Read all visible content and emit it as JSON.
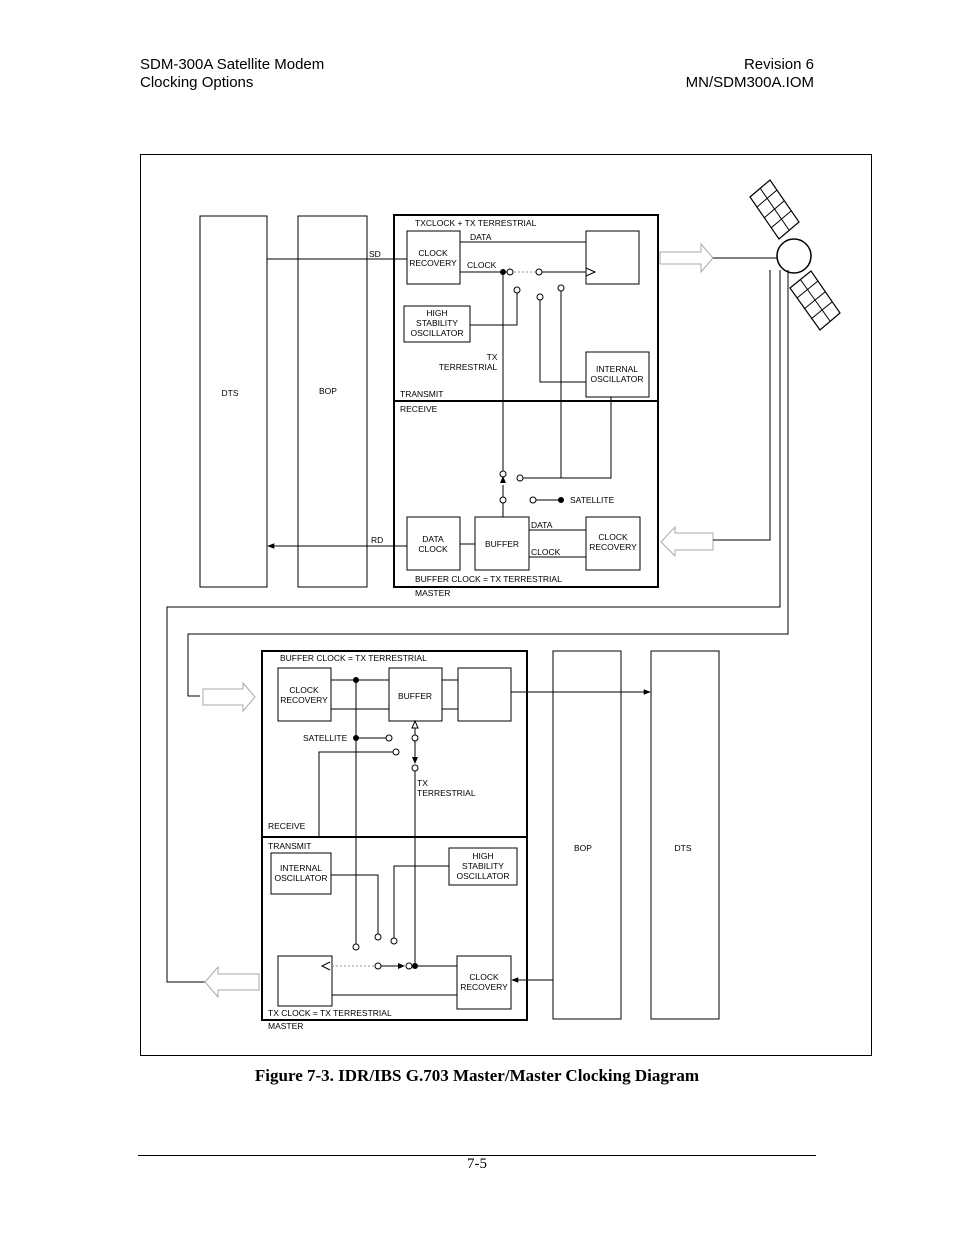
{
  "header": {
    "left_line1": "SDM-300A Satellite Modem",
    "left_line2": "Clocking Options",
    "right_line1": "Revision 6",
    "right_line2": "MN/SDM300A.IOM"
  },
  "diagram": {
    "top": {
      "dts": "DTS",
      "bop": "BOP",
      "sd": "SD",
      "rd": "RD",
      "txclock_title": "TXCLOCK + TX TERRESTRIAL",
      "data_tx": "DATA",
      "clock_tx": "CLOCK",
      "clock_recovery_1": "CLOCK",
      "clock_recovery_2": "RECOVERY",
      "hso_1": "HIGH",
      "hso_2": "STABILITY",
      "hso_3": "OSCILLATOR",
      "tx_terr_1": "TX",
      "tx_terr_2": "TERRESTRIAL",
      "internal_osc_1": "INTERNAL",
      "internal_osc_2": "OSCILLATOR",
      "transmit": "TRANSMIT",
      "receive": "RECEIVE",
      "satellite": "SATELLITE",
      "data_clock_1": "DATA",
      "data_clock_2": "CLOCK",
      "buffer": "BUFFER",
      "data_rx": "DATA",
      "clock_rx": "CLOCK",
      "rx_clock_recovery_1": "CLOCK",
      "rx_clock_recovery_2": "RECOVERY",
      "buffer_clock_title": "BUFFER CLOCK = TX TERRESTRIAL",
      "master": "MASTER"
    },
    "bottom": {
      "buffer_clock_title": "BUFFER CLOCK = TX TERRESTRIAL",
      "clock_recovery_1": "CLOCK",
      "clock_recovery_2": "RECOVERY",
      "buffer": "BUFFER",
      "satellite": "SATELLITE",
      "tx_terr_1": "TX",
      "tx_terr_2": "TERRESTRIAL",
      "receive": "RECEIVE",
      "transmit": "TRANSMIT",
      "internal_osc_1": "INTERNAL",
      "internal_osc_2": "OSCILLATOR",
      "hso_1": "HIGH",
      "hso_2": "STABILITY",
      "hso_3": "OSCILLATOR",
      "tx_clock_recovery_1": "CLOCK",
      "tx_clock_recovery_2": "RECOVERY",
      "tx_clock_title": "TX CLOCK = TX TERRESTRIAL",
      "master": "MASTER",
      "bop": "BOP",
      "dts": "DTS"
    }
  },
  "caption": "Figure 7-3.  IDR/IBS G.703 Master/Master Clocking Diagram",
  "page_number": "7-5"
}
